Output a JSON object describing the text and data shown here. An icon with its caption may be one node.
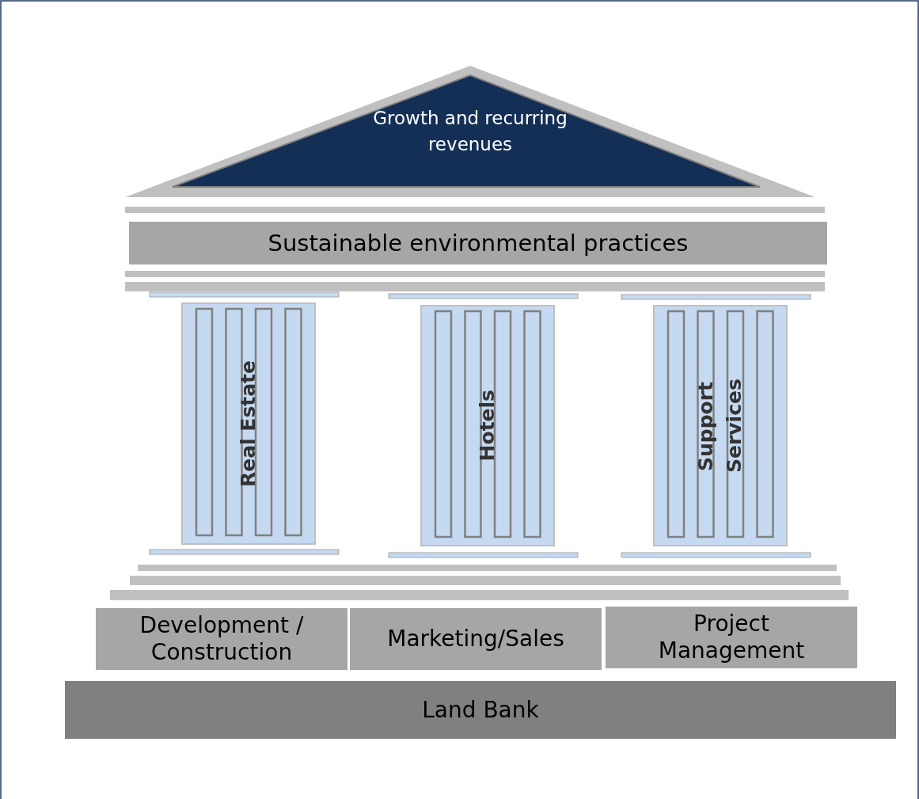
{
  "diagram": {
    "nodes": [
      {
        "text": [
          "Growth and recurring revenues"
        ]
      },
      {
        "text": [
          "Sustainable environmental practices"
        ]
      },
      {
        "text": [
          "Real Estate"
        ]
      },
      {
        "text": [
          "Hotels"
        ]
      },
      {
        "text": [
          "Support Services"
        ]
      },
      {
        "text": [
          "Development / Construction"
        ]
      },
      {
        "text": [
          "Marketing/Sales"
        ]
      },
      {
        "text": [
          "Project Management"
        ]
      },
      {
        "text": [
          "Land Bank"
        ]
      }
    ]
  }
}
